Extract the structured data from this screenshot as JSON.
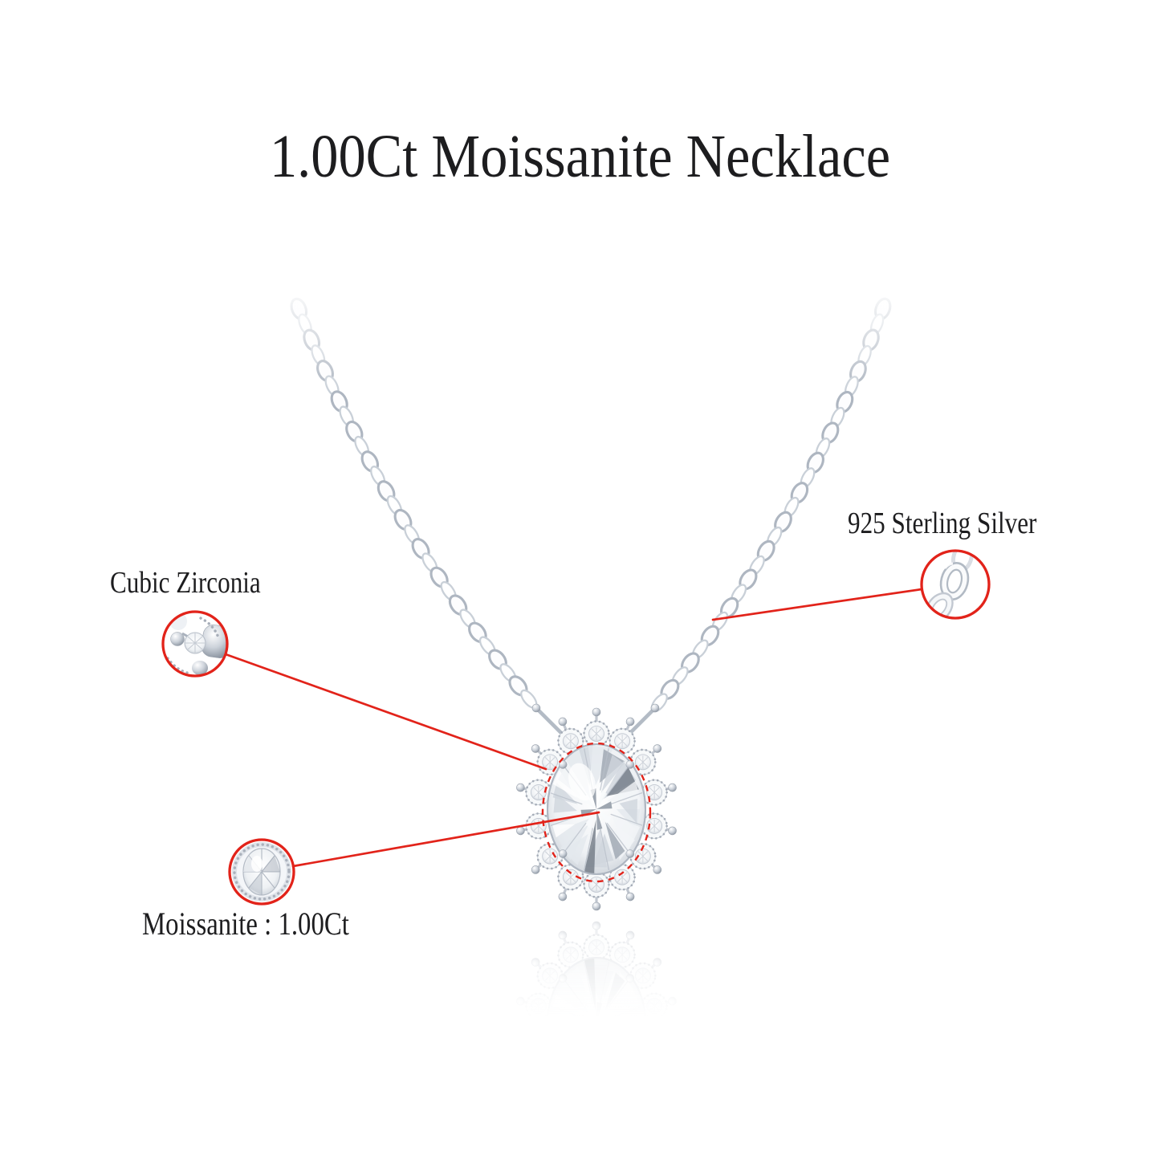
{
  "page": {
    "title": "1.00Ct Moissanite Necklace",
    "background": "#ffffff"
  },
  "annotations": [
    {
      "id": "cubic-zirconia",
      "label": "Cubic Zirconia"
    },
    {
      "id": "sterling-silver",
      "label": "925 Sterling Silver"
    },
    {
      "id": "moissanite",
      "label": "Moissanite : 1.00Ct"
    }
  ],
  "colors": {
    "accent_red": "#e2231a",
    "text": "#1d1d1f",
    "silver": "#aeb6c1",
    "background": "#ffffff"
  }
}
